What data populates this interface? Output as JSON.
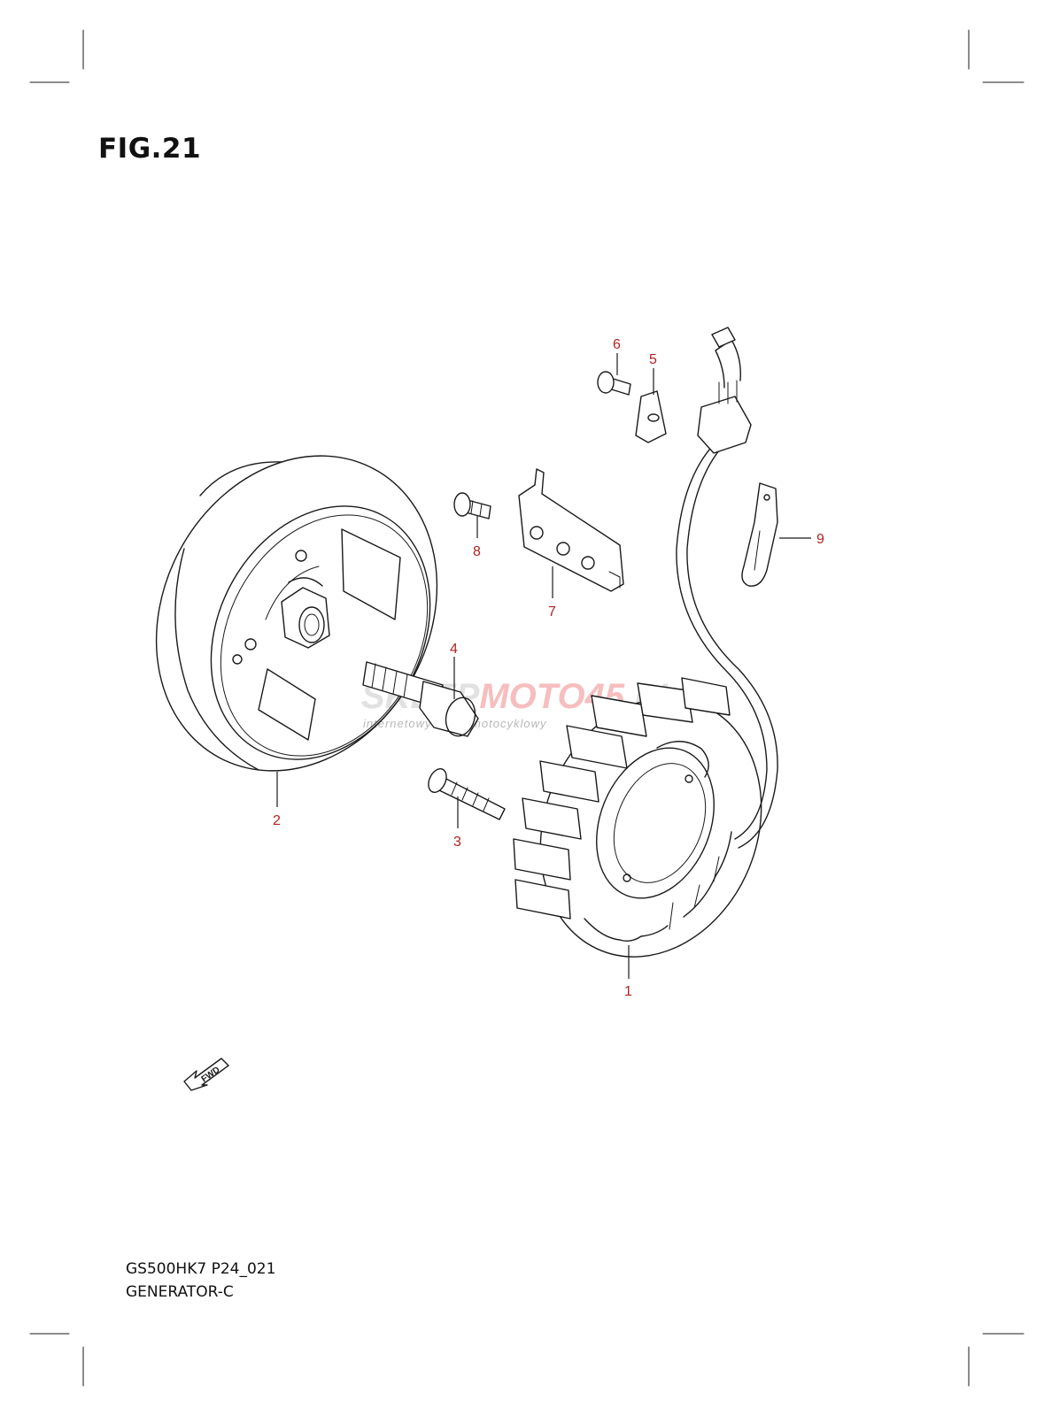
{
  "figure": {
    "title": "FIG.21",
    "model_code": "GS500HK7 P24_021",
    "name": "GENERATOR-C"
  },
  "callouts": [
    {
      "id": "1",
      "label": "1"
    },
    {
      "id": "2",
      "label": "2"
    },
    {
      "id": "3",
      "label": "3"
    },
    {
      "id": "4",
      "label": "4"
    },
    {
      "id": "5",
      "label": "5"
    },
    {
      "id": "6",
      "label": "6"
    },
    {
      "id": "7",
      "label": "7"
    },
    {
      "id": "8",
      "label": "8"
    },
    {
      "id": "9",
      "label": "9"
    }
  ],
  "direction_marker": {
    "label": "FWD",
    "icon": "fwd-arrow-icon"
  },
  "watermark": {
    "brand_a": "SKLEP",
    "brand_b": "MOTO",
    "brand_c": "45",
    "brand_d": ".PL",
    "tagline": "internetowy sklep motocyklowy"
  },
  "colors": {
    "callout": "#b22222",
    "linework": "#1a1a1a",
    "background": "#ffffff"
  }
}
